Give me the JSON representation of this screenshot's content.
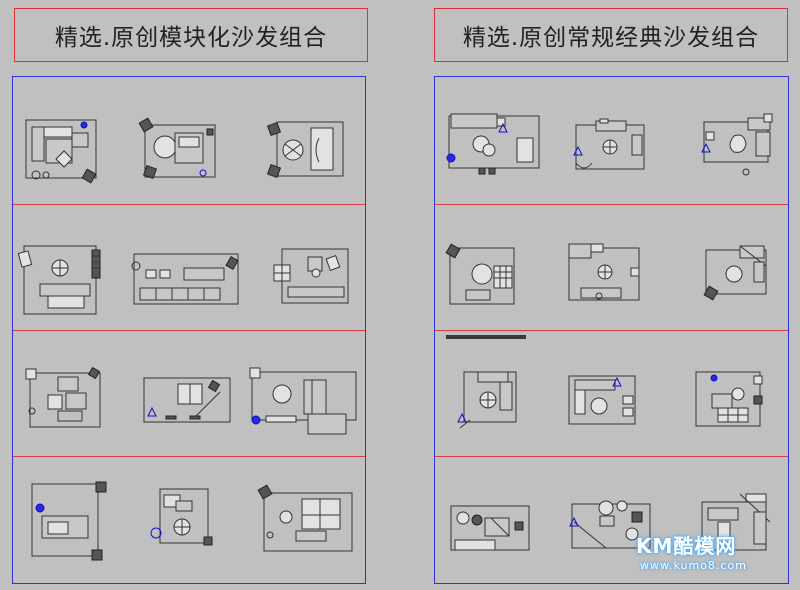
{
  "titles": {
    "left": "精选.原创模块化沙发组合",
    "right": "精选.原创常规经典沙发组合"
  },
  "watermark": {
    "brand": "KM酷模网",
    "url": "www.kumo8.com"
  },
  "colors": {
    "background": "#c0c0c0",
    "title_border": "#e0303a",
    "panel_border": "#3030d8",
    "row_divider": "#d84040",
    "plant_blue": "#2a2ad8",
    "watermark_glow": "#3aa3ff"
  }
}
